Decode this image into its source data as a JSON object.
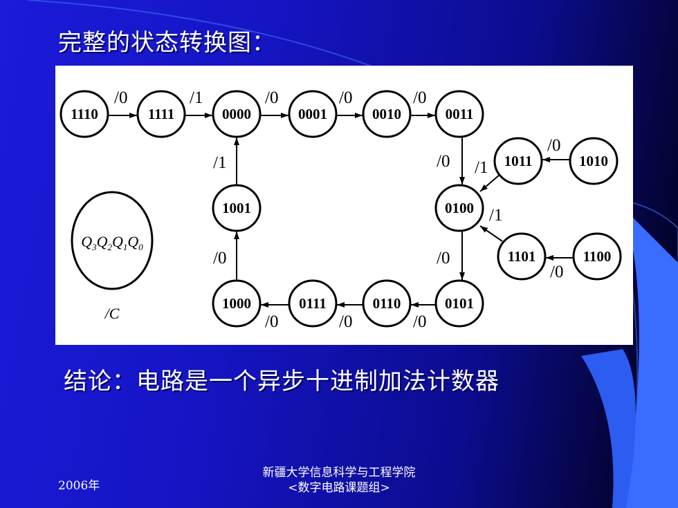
{
  "slide": {
    "title": "完整的状态转换图：",
    "conclusion": "结论：电路是一个异步十进制加法计数器",
    "footer_date": "2006年",
    "footer_org_line1": "新疆大学信息科学与工程学院",
    "footer_org_line2": "<数字电路课题组>"
  },
  "colors": {
    "background": "#1515c4",
    "accent": "#3a6cff",
    "text": "#ffffff"
  },
  "diagram": {
    "states": [
      "1110",
      "1111",
      "0000",
      "0001",
      "0010",
      "0011",
      "1011",
      "1010",
      "1001",
      "0100",
      "1101",
      "1100",
      "1000",
      "0111",
      "0110",
      "0101"
    ],
    "transitions": [
      {
        "from": "1110",
        "to": "1111",
        "output": "/0"
      },
      {
        "from": "1111",
        "to": "0000",
        "output": "/1"
      },
      {
        "from": "0000",
        "to": "0001",
        "output": "/0"
      },
      {
        "from": "0001",
        "to": "0010",
        "output": "/0"
      },
      {
        "from": "0010",
        "to": "0011",
        "output": "/0"
      },
      {
        "from": "0011",
        "to": "0100",
        "output": "/0"
      },
      {
        "from": "1010",
        "to": "1011",
        "output": "/0"
      },
      {
        "from": "1011",
        "to": "0100",
        "output": "/1"
      },
      {
        "from": "1100",
        "to": "1101",
        "output": "/0"
      },
      {
        "from": "1101",
        "to": "0100",
        "output": "/1"
      },
      {
        "from": "0100",
        "to": "0101",
        "output": "/0"
      },
      {
        "from": "0101",
        "to": "0110",
        "output": "/0"
      },
      {
        "from": "0110",
        "to": "0111",
        "output": "/0"
      },
      {
        "from": "0111",
        "to": "1000",
        "output": "/0"
      },
      {
        "from": "1000",
        "to": "1001",
        "output": "/0"
      },
      {
        "from": "1001",
        "to": "0000",
        "output": "/1"
      }
    ],
    "legend": {
      "output_label": "/C"
    }
  }
}
